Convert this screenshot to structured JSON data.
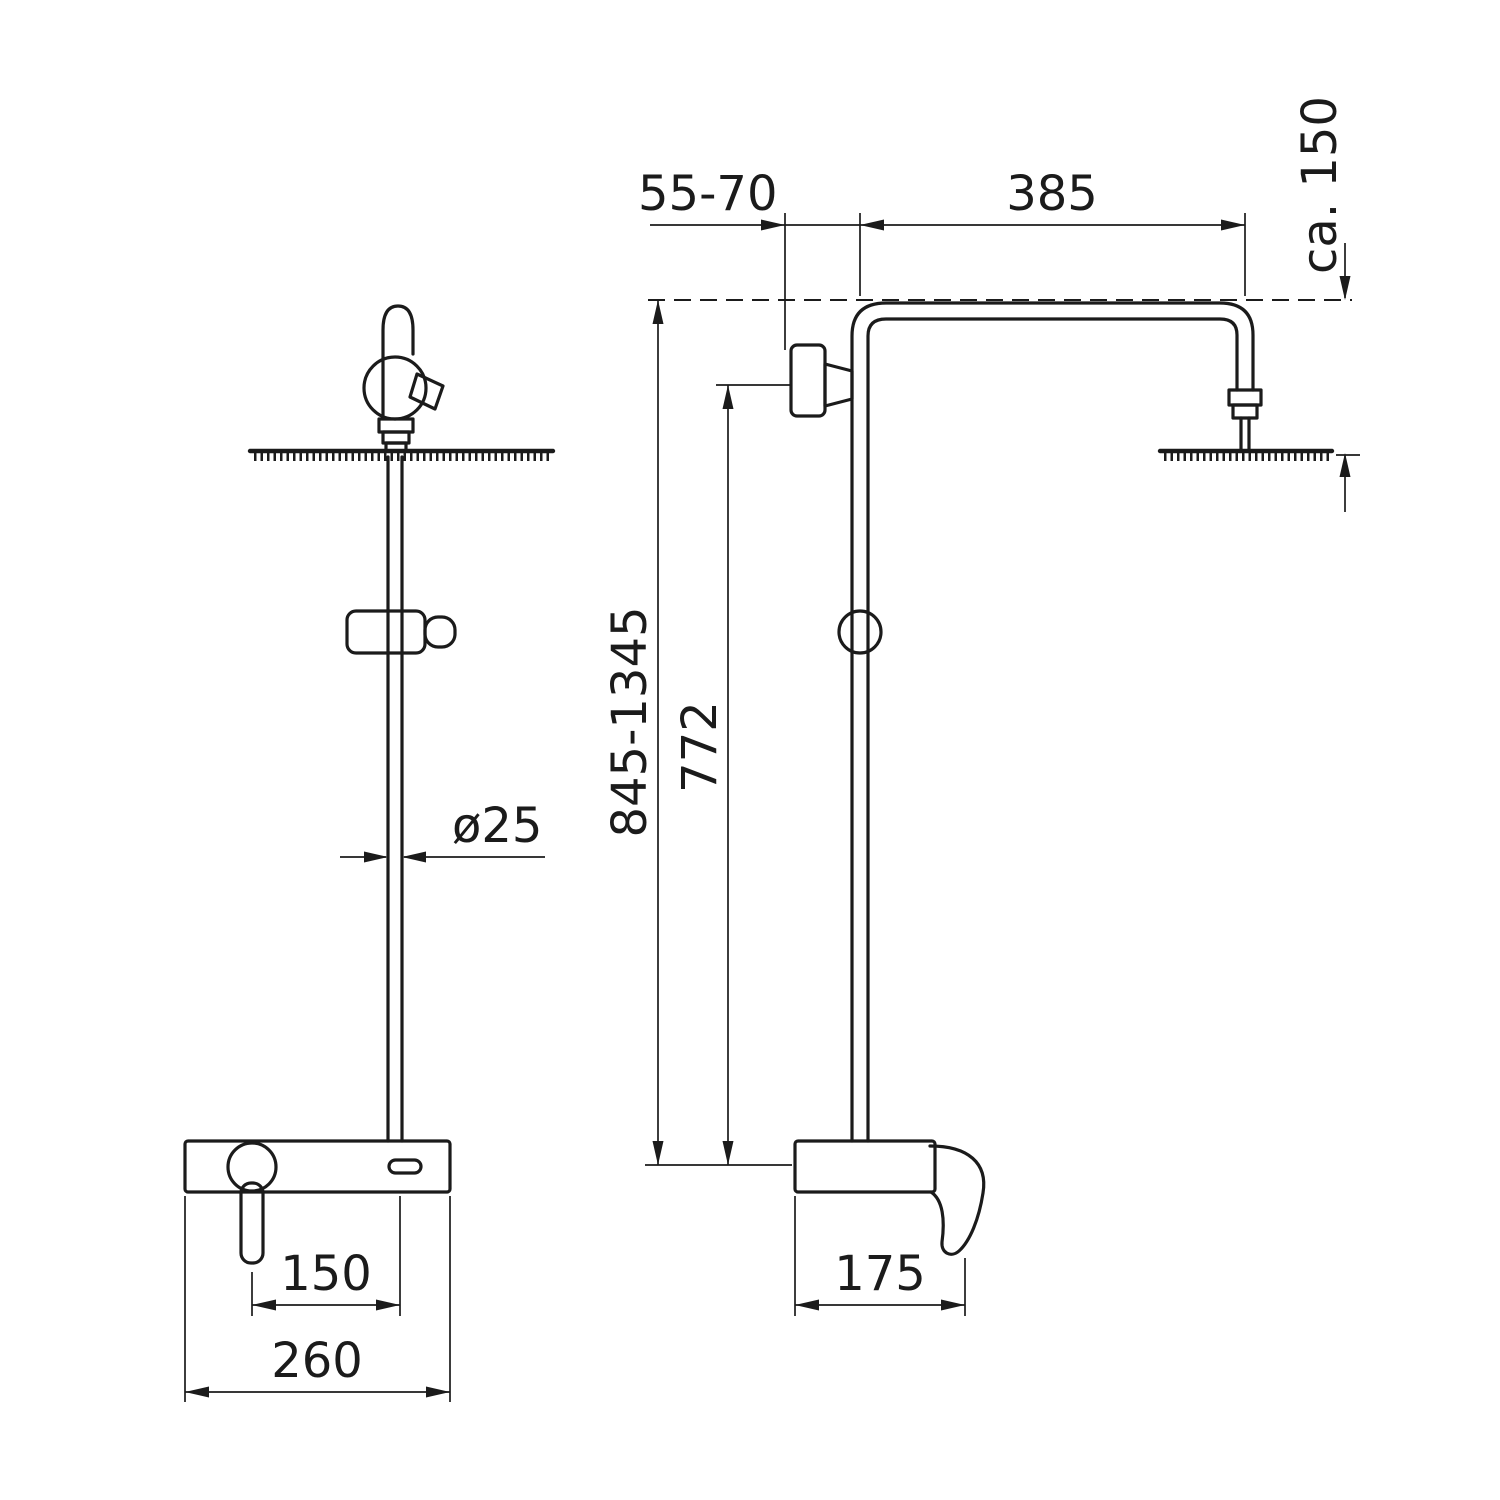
{
  "drawing": {
    "background": "#ffffff",
    "line_color": "#1b1b1b",
    "type": "shower-system-dimensional-drawing",
    "dimensions": {
      "front": {
        "pipe_diameter": "ø25",
        "outlet_spacing": "150",
        "body_width": "260"
      },
      "side": {
        "wall_offset": "55-70",
        "arm_reach": "385",
        "head_clearance": "ca. 150",
        "total_height": "845-1345",
        "riser_height": "772",
        "body_depth": "175"
      }
    }
  }
}
